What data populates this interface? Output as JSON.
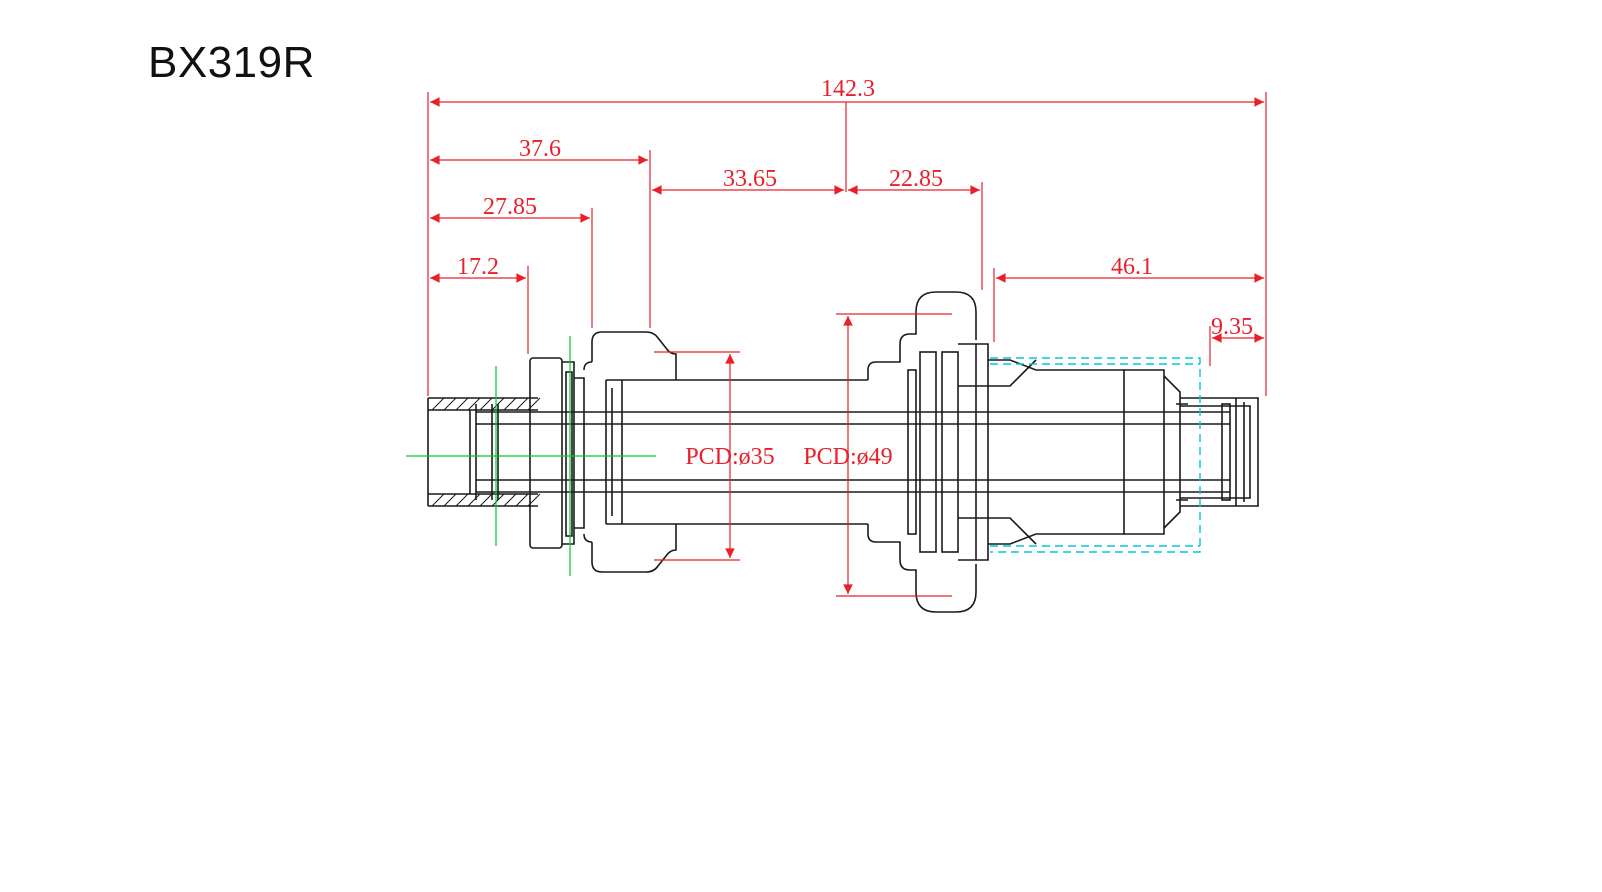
{
  "title": "BX319R",
  "colors": {
    "outline": "#1a1a1a",
    "dimension": "#e8202a",
    "centerline": "#00cc22",
    "hidden": "#00c8d8"
  },
  "dimensions": {
    "overall_length": "142.3",
    "d_37_6": "37.6",
    "d_27_85": "27.85",
    "d_17_2": "17.2",
    "d_33_65": "33.65",
    "d_22_85": "22.85",
    "d_46_1": "46.1",
    "d_9_35": "9.35"
  },
  "pcd": {
    "small": "PCD:ø35",
    "large": "PCD:ø49"
  }
}
